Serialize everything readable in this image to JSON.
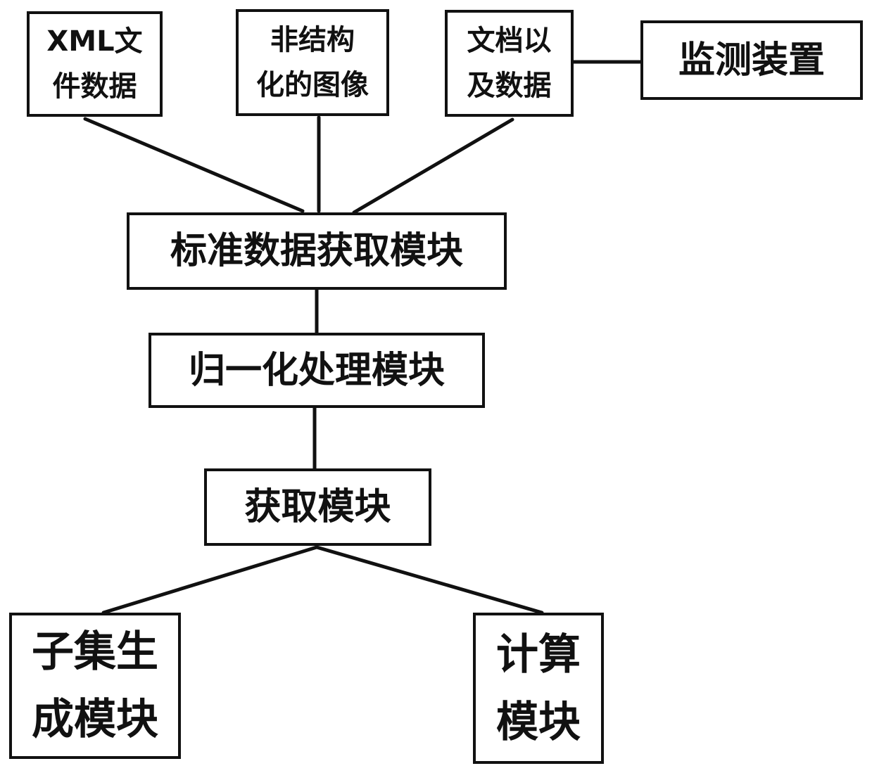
{
  "nodes": {
    "xml": "XML文\n件数据",
    "image": "非结构\n化的图像",
    "doc": "文档以\n及数据",
    "monitor": "监测装置",
    "standard": "标准数据获取模块",
    "normalize": "归一化处理模块",
    "acquire": "获取模块",
    "subset": "子集生\n成模块",
    "compute": "计算\n模块"
  },
  "edges": [
    [
      "doc",
      "monitor"
    ],
    [
      "xml",
      "standard"
    ],
    [
      "image",
      "standard"
    ],
    [
      "doc",
      "standard"
    ],
    [
      "standard",
      "normalize"
    ],
    [
      "normalize",
      "acquire"
    ],
    [
      "acquire",
      "subset"
    ],
    [
      "acquire",
      "compute"
    ]
  ]
}
